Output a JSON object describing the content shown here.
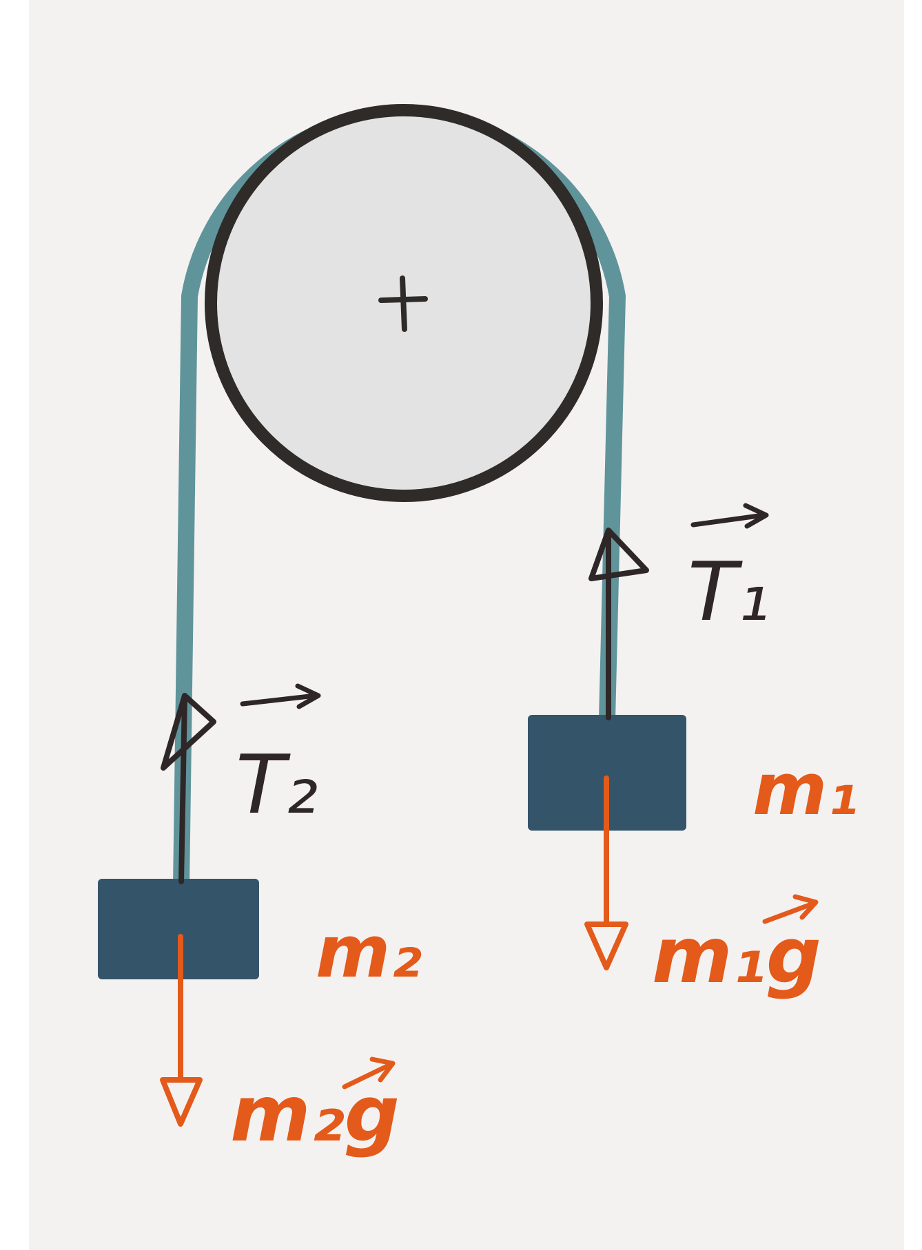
{
  "colors": {
    "paper": "#f4f2f1",
    "margin": "#ffffff",
    "rope": "#5f949a",
    "pulley_fill": "#e3e3e4",
    "pulley_rim": "#2e2b28",
    "block": "#34546a",
    "tension_arrow": "#2e2627",
    "weight_arrow": "#e35a1a"
  },
  "labels": {
    "tension_right": "T₁",
    "tension_left": "T₂",
    "mass_right": "m₁",
    "mass_left": "m₂",
    "weight_right": "m₁g",
    "weight_left": "m₂g"
  },
  "icons": {
    "axle": "plus-icon",
    "vector_marker": "arrow-icon"
  }
}
